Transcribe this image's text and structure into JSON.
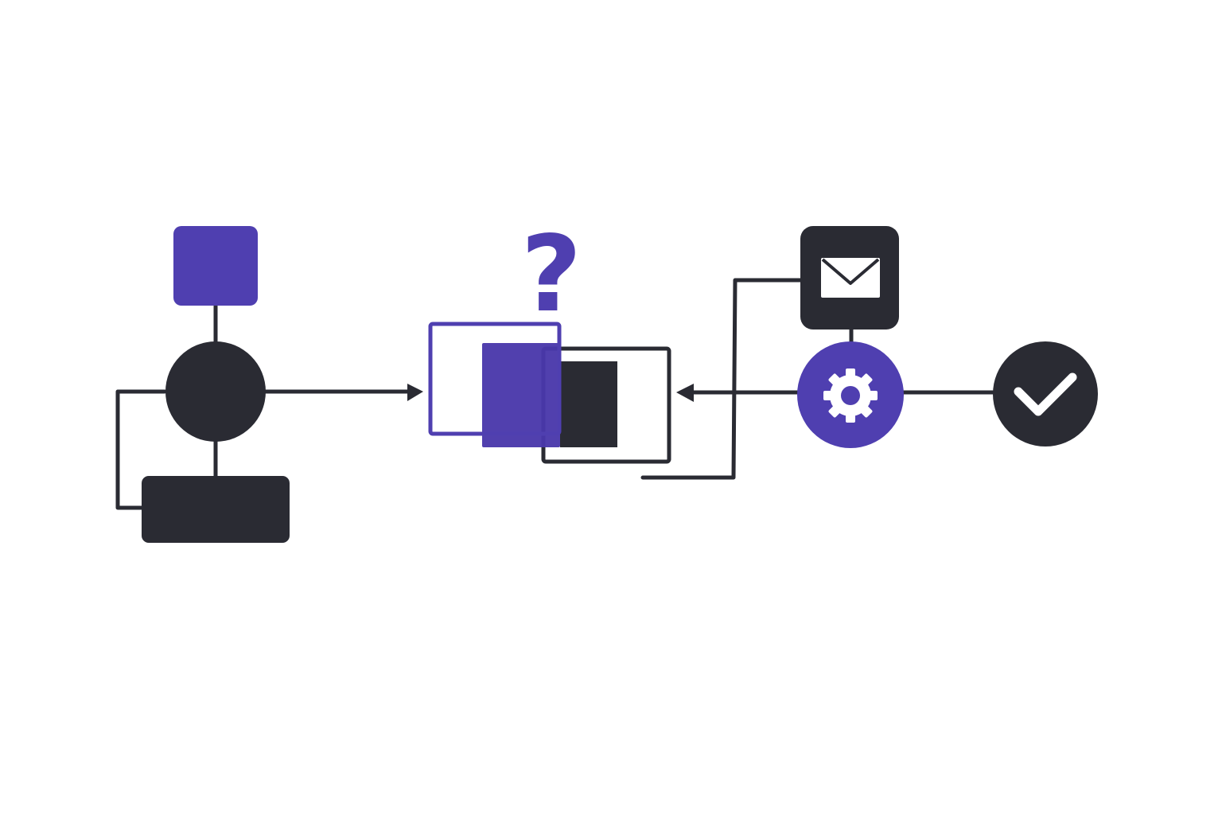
{
  "diagram": {
    "question_symbol": "?",
    "colors": {
      "primary": "#4f3fb0",
      "dark": "#2a2b33",
      "background": "#ffffff",
      "icon": "#ffffff"
    },
    "nodes": [
      {
        "id": "purple-square",
        "shape": "rounded-square",
        "color": "primary"
      },
      {
        "id": "hub-circle",
        "shape": "circle",
        "color": "dark"
      },
      {
        "id": "dark-rect",
        "shape": "rounded-rect",
        "color": "dark"
      },
      {
        "id": "overlapping-frames",
        "shape": "overlapping-rects"
      },
      {
        "id": "mail-node",
        "icon": "envelope-icon",
        "color": "dark"
      },
      {
        "id": "gear-node",
        "icon": "gear-icon",
        "color": "primary"
      },
      {
        "id": "check-node",
        "icon": "check-icon",
        "color": "dark"
      }
    ]
  }
}
